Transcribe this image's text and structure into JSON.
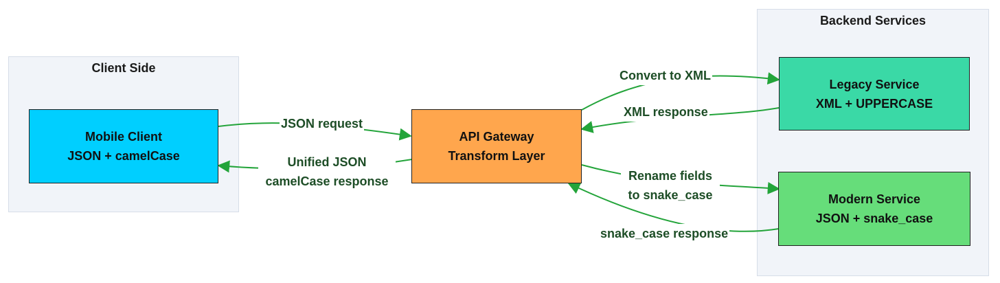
{
  "groups": {
    "client": {
      "title": "Client Side"
    },
    "backend": {
      "title": "Backend Services"
    }
  },
  "nodes": {
    "mobile": {
      "line1": "Mobile Client",
      "line2": "JSON + camelCase",
      "color": "#00cfff"
    },
    "gateway": {
      "line1": "API Gateway",
      "line2": "Transform Layer",
      "color": "#ffa64d"
    },
    "legacy": {
      "line1": "Legacy Service",
      "line2": "XML + UPPERCASE",
      "color": "#3ad9a6"
    },
    "modern": {
      "line1": "Modern Service",
      "line2": "JSON + snake_case",
      "color": "#66dd7a"
    }
  },
  "edges": {
    "json_request": "JSON request",
    "unified_response_1": "Unified JSON",
    "unified_response_2": "camelCase response",
    "convert_xml": "Convert to XML",
    "xml_response": "XML response",
    "rename_fields_1": "Rename fields",
    "rename_fields_2": "to snake_case",
    "snake_response": "snake_case response"
  },
  "colors": {
    "edge": "#23a43a",
    "edge_label": "#1d4d26"
  }
}
